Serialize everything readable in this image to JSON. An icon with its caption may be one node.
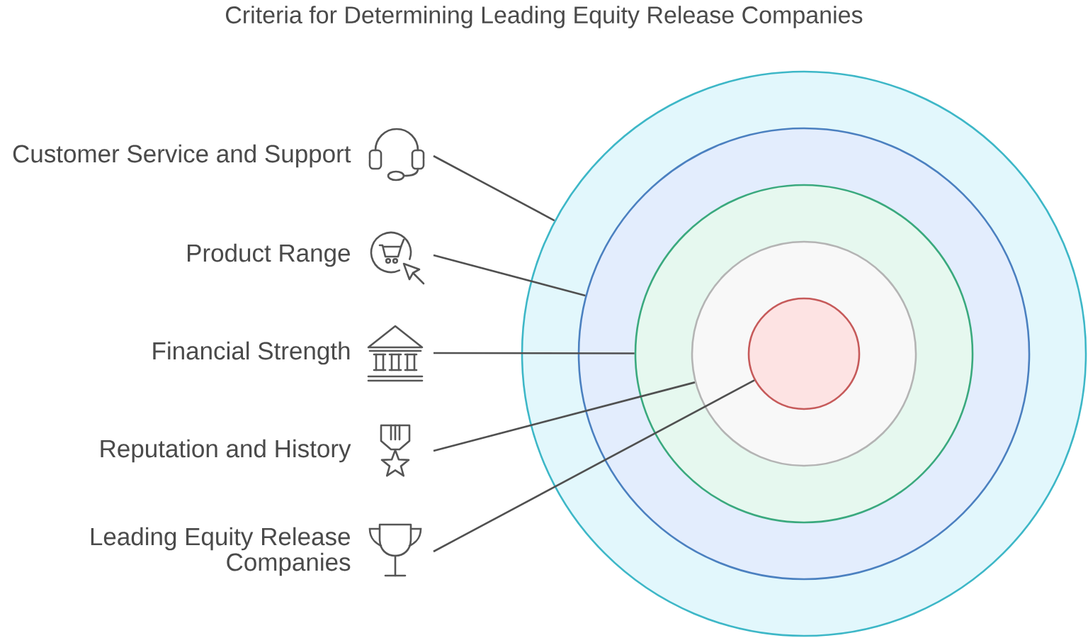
{
  "diagram": {
    "title": "Criteria for Determining Leading Equity Release Companies",
    "nodes": [
      {
        "text": [
          "Customer Service and Support"
        ]
      },
      {
        "text": [
          "Product Range"
        ]
      },
      {
        "text": [
          "Financial Strength"
        ]
      },
      {
        "text": [
          "Reputation and History"
        ]
      },
      {
        "text": [
          "Leading Equity Release Companies"
        ]
      },
      {
        "text": [],
        "shape": "circle"
      },
      {
        "text": [],
        "shape": "circle",
        "in": 5
      },
      {
        "text": [],
        "shape": "circle",
        "in": 6
      },
      {
        "text": [],
        "shape": "circle",
        "in": 7
      },
      {
        "text": [],
        "shape": "circle",
        "in": 8
      }
    ],
    "edges": [
      {
        "from": 0,
        "to": 5,
        "arrow": "none"
      },
      {
        "from": 1,
        "to": 6,
        "arrow": "none"
      },
      {
        "from": 2,
        "to": 7,
        "arrow": "none"
      },
      {
        "from": 3,
        "to": 8,
        "arrow": "none"
      },
      {
        "from": 4,
        "to": 9,
        "arrow": "none"
      }
    ]
  }
}
